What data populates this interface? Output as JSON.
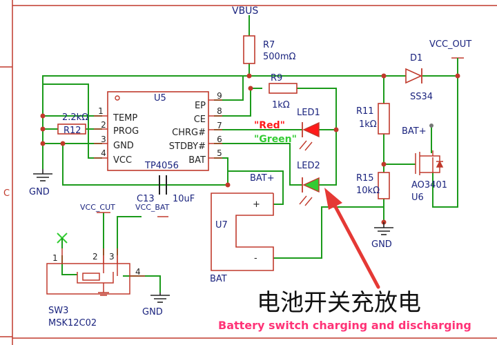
{
  "colors": {
    "wire": "#1a9a1a",
    "component": "#c0392b",
    "label": "#1a237e",
    "frame": "#c0392b",
    "led_red": "#ff1a1a",
    "led_green": "#33cc33",
    "arrow": "#e53935",
    "caption_pink": "#ff3377"
  },
  "frame": {
    "zone_label": "C"
  },
  "nets": {
    "vbus": "VBUS",
    "vcc_out": "VCC_OUT",
    "bat_plus": "BAT+",
    "gnd": "GND",
    "vcc_cut": "VCC_CUT",
    "vcc_bat": "VCC_BAT"
  },
  "components": {
    "u5": {
      "ref": "U5",
      "part": "TP4056",
      "left_pins": [
        {
          "num": "1",
          "name": "TEMP"
        },
        {
          "num": "2",
          "name": "PROG"
        },
        {
          "num": "3",
          "name": "GND"
        },
        {
          "num": "4",
          "name": "VCC"
        }
      ],
      "right_pins": [
        {
          "num": "9",
          "name": "EP"
        },
        {
          "num": "8",
          "name": "CE"
        },
        {
          "num": "7",
          "name": "CHRG#"
        },
        {
          "num": "6",
          "name": "STDBY#"
        },
        {
          "num": "5",
          "name": "BAT"
        }
      ]
    },
    "r7": {
      "ref": "R7",
      "value": "500mΩ"
    },
    "r9": {
      "ref": "R9",
      "value": "1kΩ"
    },
    "r11": {
      "ref": "R11",
      "value": "1kΩ"
    },
    "r15": {
      "ref": "R15",
      "value": "10kΩ"
    },
    "r12": {
      "ref": "R12",
      "value": "2.2kΩ"
    },
    "d1": {
      "ref": "D1",
      "part": "SS34"
    },
    "led1": {
      "ref": "LED1",
      "color_text": "\"Red\""
    },
    "led2": {
      "ref": "LED2",
      "color_text": "\"Green\""
    },
    "c13": {
      "ref": "C13",
      "value": "10uF"
    },
    "u6": {
      "ref": "U6",
      "part": "AO3401"
    },
    "u7": {
      "ref": "U7",
      "footprint": "BAT",
      "plus": "+",
      "minus": "-"
    },
    "sw3": {
      "ref": "SW3",
      "part": "MSK12C02",
      "pins": [
        "1",
        "2",
        "3",
        "4"
      ]
    }
  },
  "annotation": {
    "title_zh": "电池开关充放电",
    "title_en": "Battery switch charging and discharging"
  }
}
